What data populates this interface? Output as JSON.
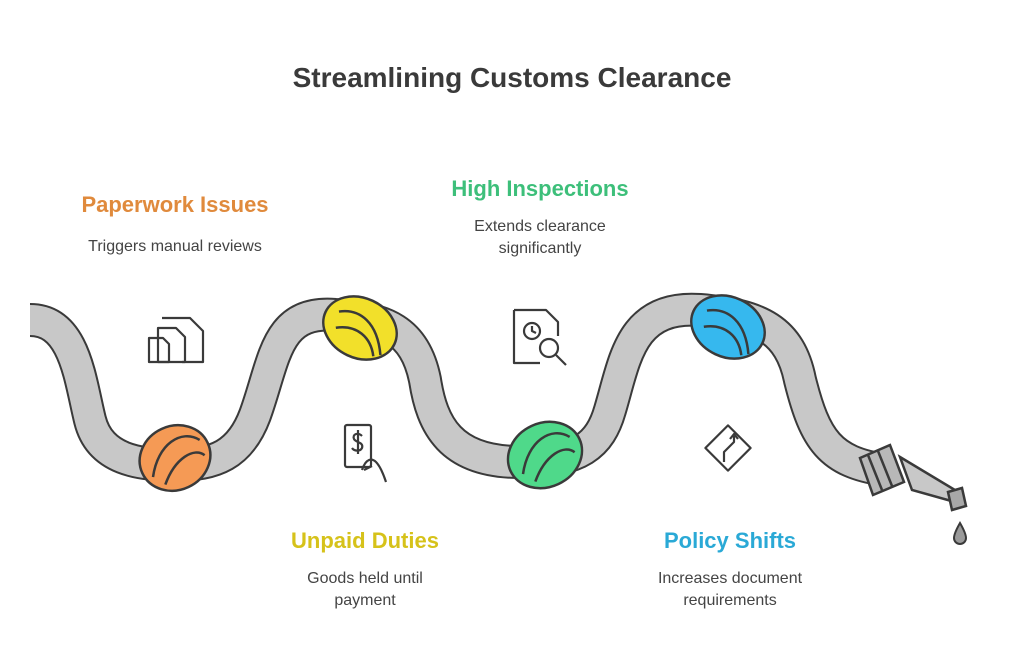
{
  "title": "Streamlining Customs Clearance",
  "blocks": {
    "paperwork": {
      "heading": "Paperwork Issues",
      "description": "Triggers manual reviews",
      "color": "#e08a3c",
      "knot_color": "#f59a55",
      "icon": "documents-icon"
    },
    "inspections": {
      "heading": "High Inspections",
      "description": "Extends clearance significantly",
      "color": "#3dbf7a",
      "knot_color": "#4fd98a",
      "icon": "clock-search-icon"
    },
    "duties": {
      "heading": "Unpaid Duties",
      "description": "Goods held until payment",
      "color": "#d6c21a",
      "knot_color": "#f2e02a",
      "icon": "cash-hand-icon"
    },
    "policy": {
      "heading": "Policy Shifts",
      "description": "Increases document requirements",
      "color": "#2aa9d6",
      "knot_color": "#36b8ee",
      "icon": "road-sign-turn-icon"
    }
  },
  "hose_color": "#c8c8c8",
  "outline_color": "#3a3a3a"
}
